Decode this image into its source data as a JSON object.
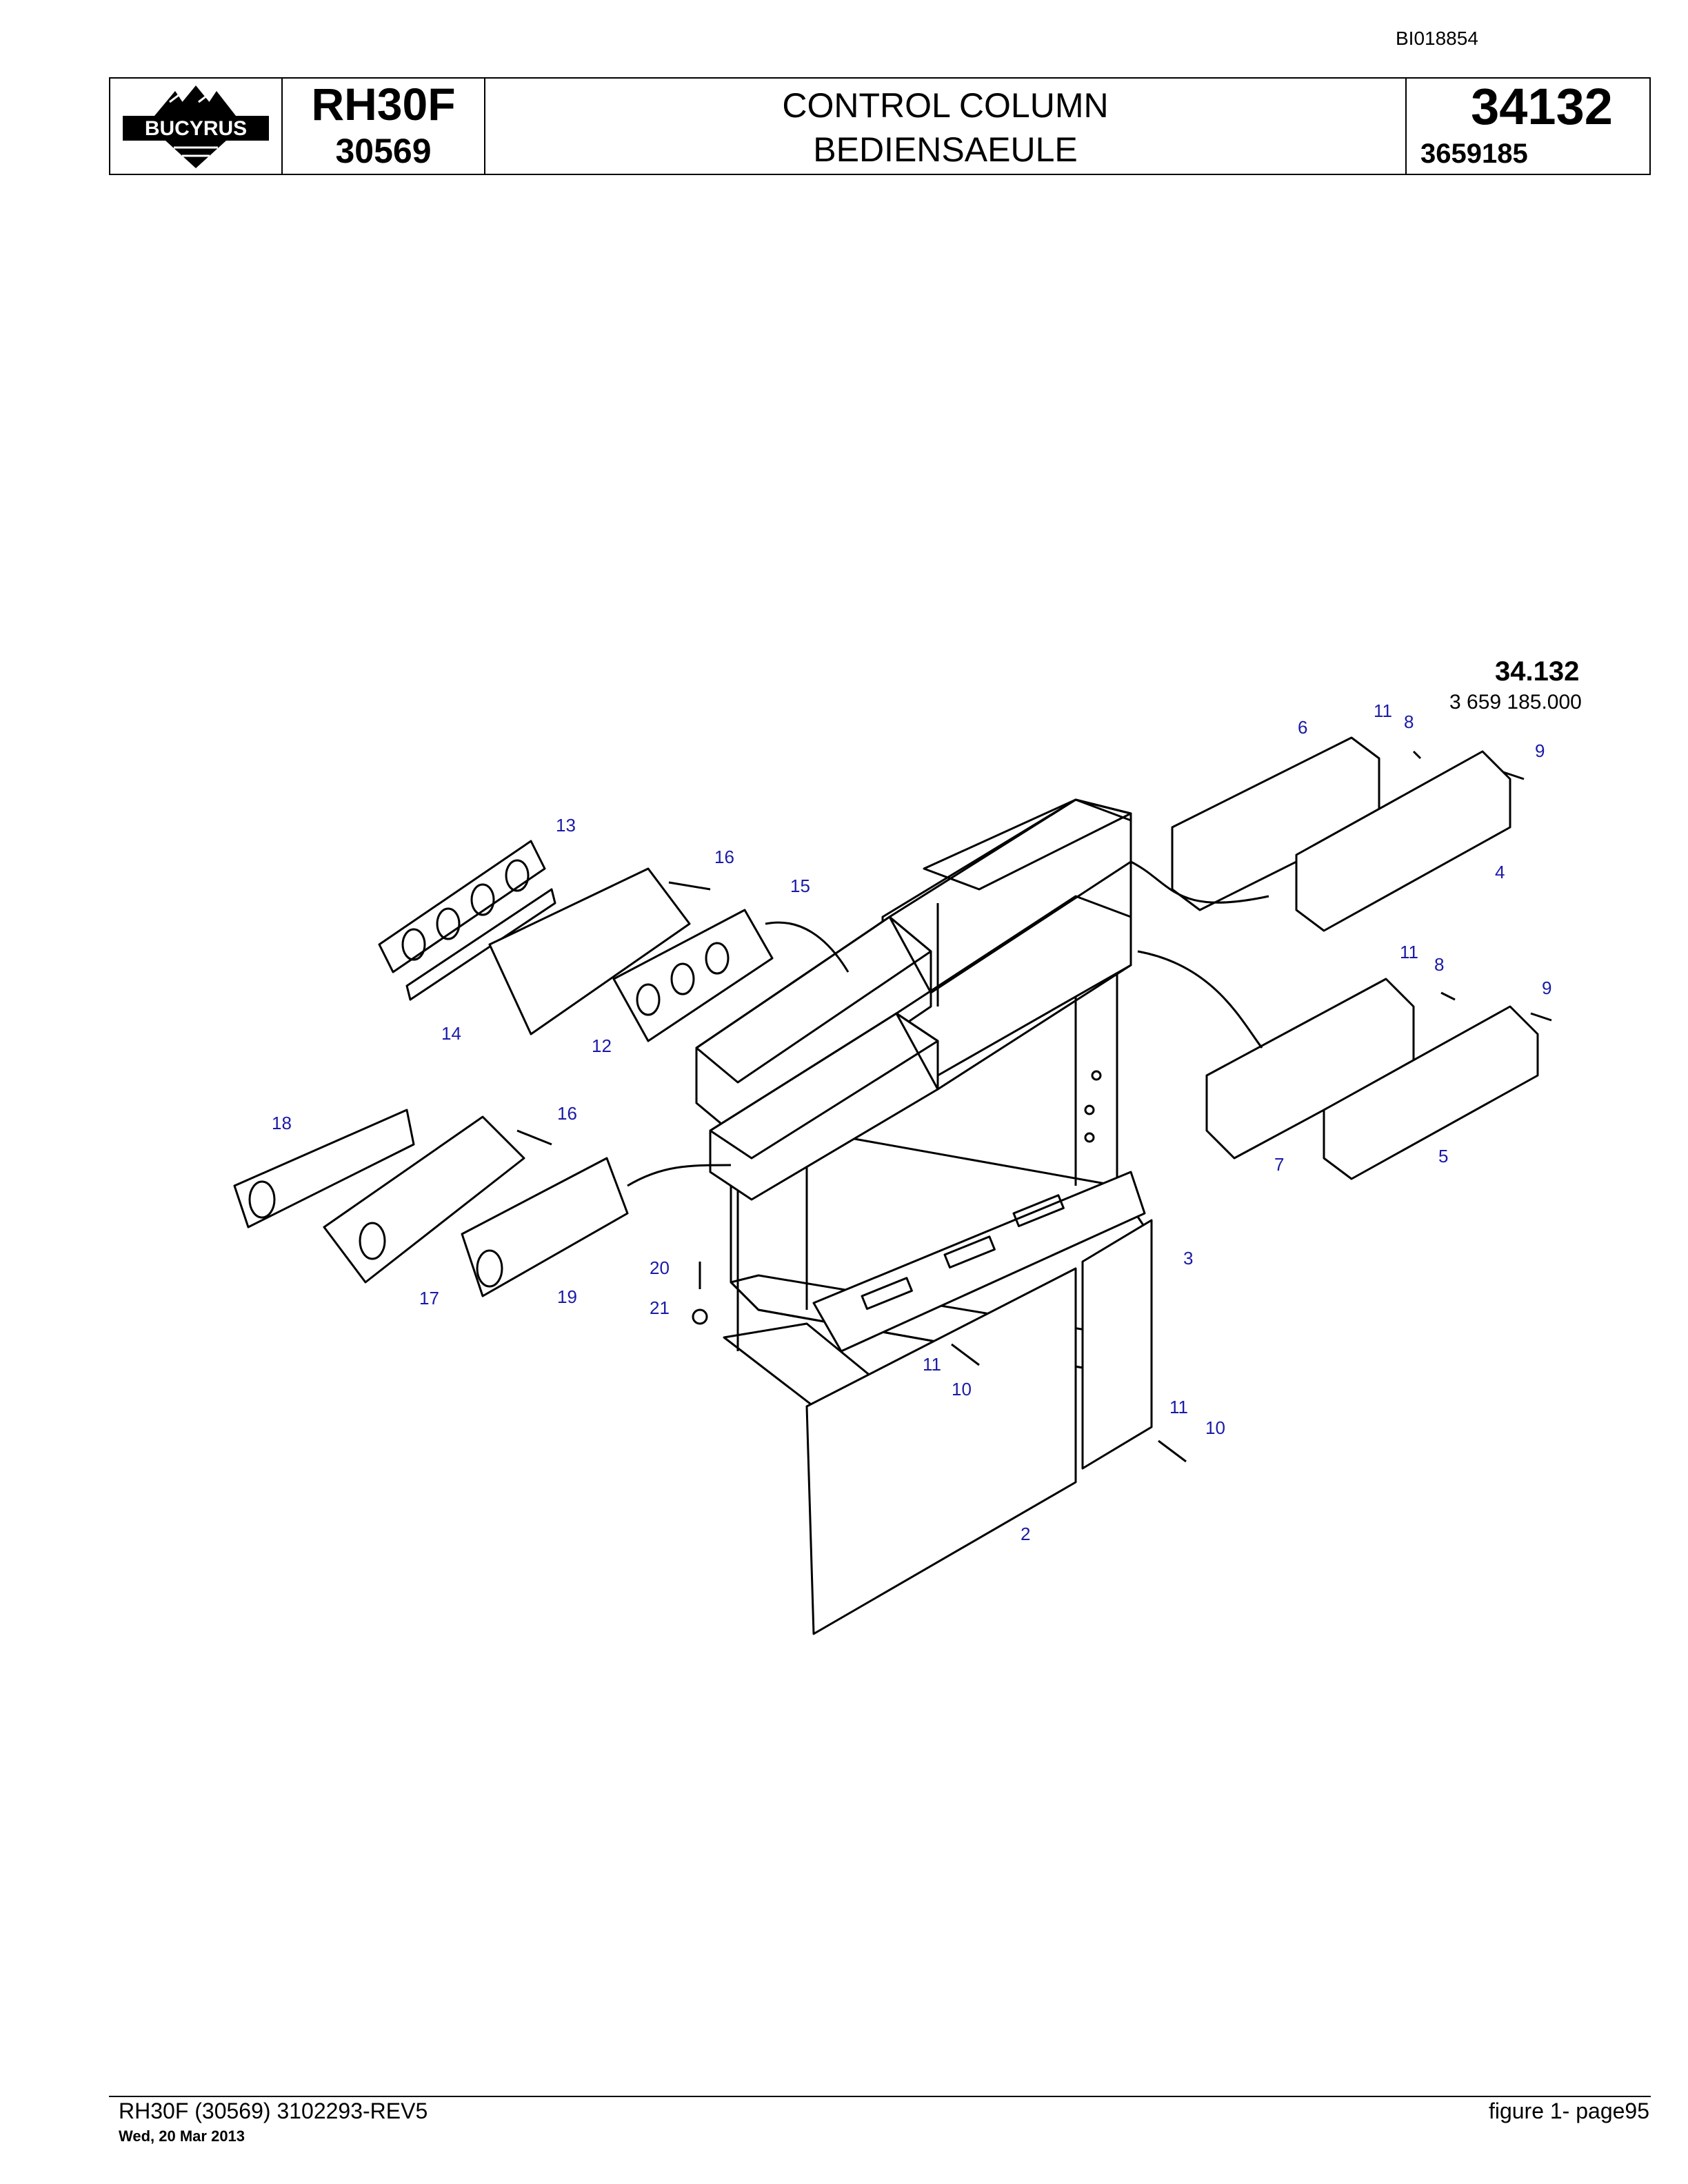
{
  "doc_id": "BI018854",
  "header": {
    "logo_text": "BUCYRUS",
    "model": "RH30F",
    "serial": "30569",
    "title_en": "CONTROL COLUMN",
    "title_de": "BEDIENSAEULE",
    "group": "34132",
    "part_number": "3659185"
  },
  "figure": {
    "group_label": "34.132",
    "part_label": "3 659 185.000",
    "callouts": [
      "2",
      "3",
      "4",
      "5",
      "6",
      "7",
      "8",
      "8",
      "9",
      "9",
      "10",
      "10",
      "11",
      "11",
      "11",
      "11",
      "12",
      "13",
      "14",
      "15",
      "16",
      "16",
      "17",
      "18",
      "19",
      "20",
      "21"
    ]
  },
  "footer": {
    "left": "RH30F (30569) 3102293-REV5",
    "date": "Wed, 20 Mar 2013",
    "right": "figure  1- page95"
  }
}
